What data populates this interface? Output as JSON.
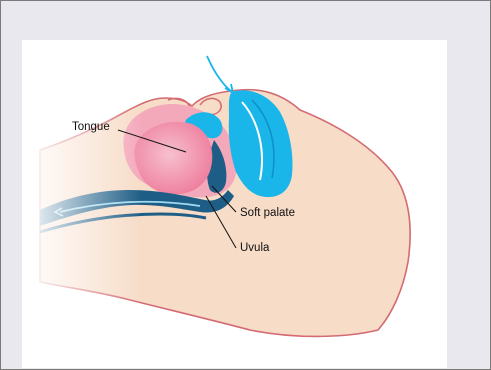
{
  "diagram": {
    "labels": {
      "tongue": "Tongue",
      "soft_palate": "Soft palate",
      "uvula": "Uvula"
    },
    "colors": {
      "frame_background": "#e9e8ee",
      "panel_background": "#ffffff",
      "skin": "#f7dcc8",
      "skin_outline": "#d36b72",
      "tongue": "#f08aa5",
      "nasal_area": "#1ab6ea",
      "airway": "#1e5d86",
      "airflow_arrow": "#1ab6ea"
    }
  }
}
